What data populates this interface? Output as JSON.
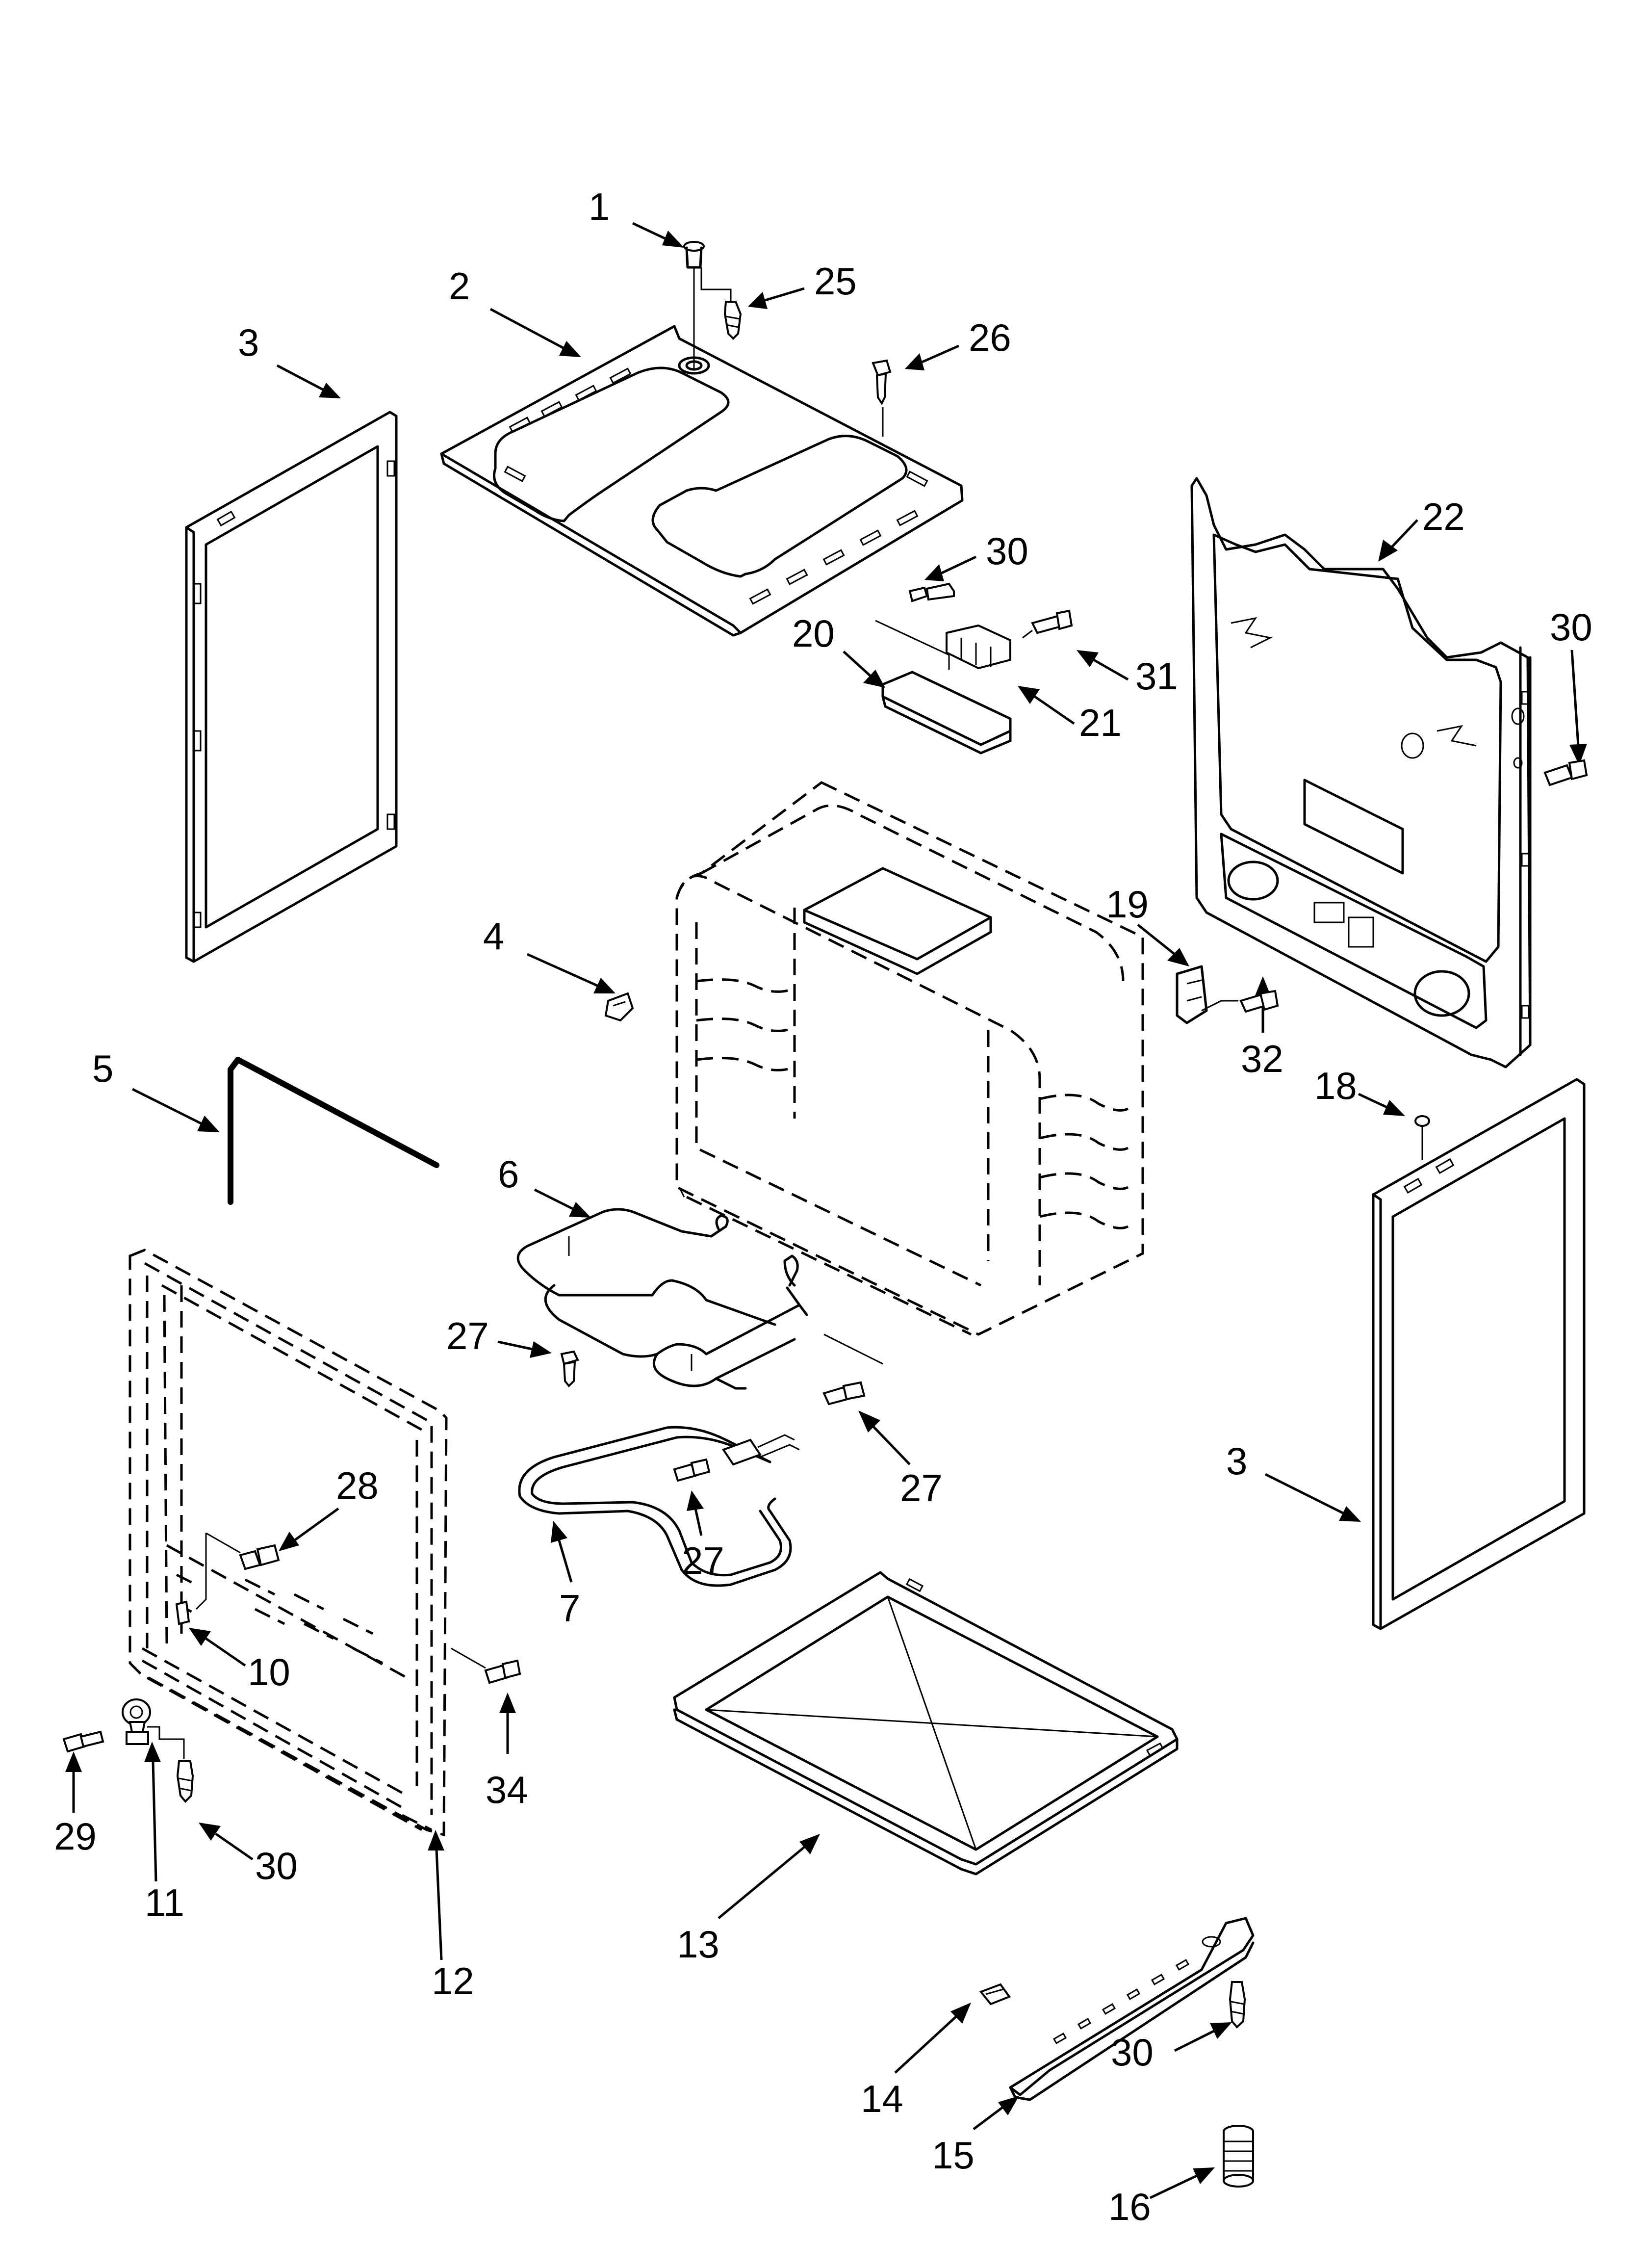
{
  "diagram": {
    "labels": {
      "p1": "1",
      "p2": "2",
      "p3a": "3",
      "p3b": "3",
      "p4": "4",
      "p5": "5",
      "p6": "6",
      "p7": "7",
      "p10": "10",
      "p11": "11",
      "p12": "12",
      "p13": "13",
      "p14": "14",
      "p15": "15",
      "p16": "16",
      "p18": "18",
      "p19": "19",
      "p20": "20",
      "p21": "21",
      "p22": "22",
      "p25": "25",
      "p26": "26",
      "p27a": "27",
      "p27b": "27",
      "p27c": "27",
      "p28": "28",
      "p29": "29",
      "p30a": "30",
      "p30b": "30",
      "p30c": "30",
      "p30d": "30",
      "p31": "31",
      "p32": "32",
      "p34": "34"
    },
    "line_color": "#000000",
    "background": "#ffffff"
  }
}
